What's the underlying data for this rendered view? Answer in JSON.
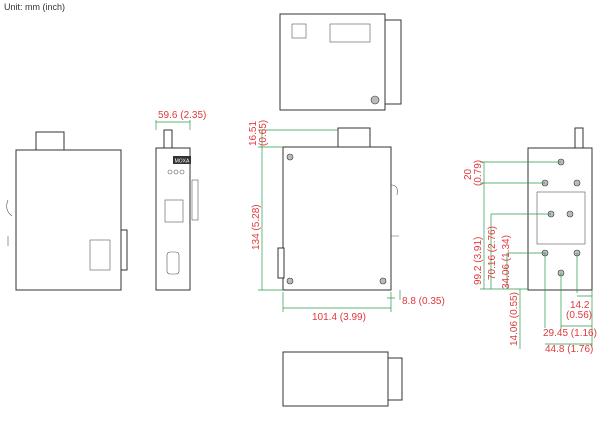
{
  "unit_label": "Unit: mm (inch)",
  "brand": "MOXA",
  "dimensions": {
    "front_width": "59.6 (2.35)",
    "terminal_height_mm": "16.51",
    "terminal_height_in": "(0.65)",
    "height": "134 (5.28)",
    "depth": "101.4 (3.99)",
    "rail_offset": "8.8 (0.35)",
    "rear_top_mm": "20",
    "rear_top_in": "(0.79)",
    "rear_h1": "99.2 (3.91)",
    "rear_h2": "70.16 (2.76)",
    "rear_h3": "34.06 (1.34)",
    "rear_h4": "14.06 (0.55)",
    "rear_w1_mm": "14.2",
    "rear_w1_in": "(0.56)",
    "rear_w2": "29.45 (1.16)",
    "rear_w3": "44.8 (1.76)"
  },
  "colors": {
    "dimension_line": "#2a9a4a",
    "dimension_text": "#e0393c"
  }
}
